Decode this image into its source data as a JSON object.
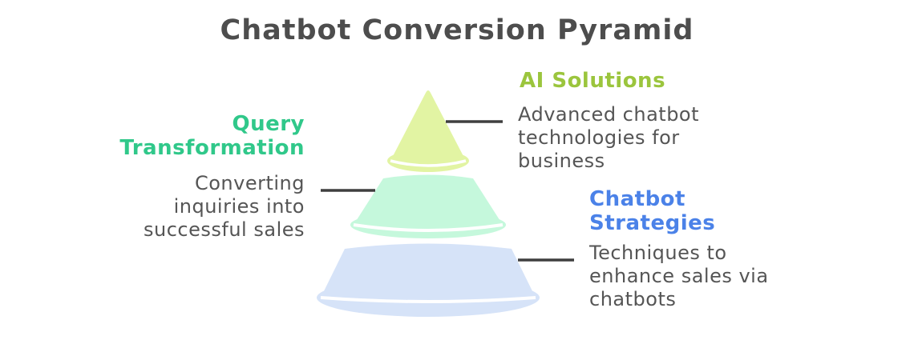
{
  "title": "Chatbot Conversion Pyramid",
  "colors": {
    "title_text": "#4D4D4D",
    "body_text": "#555555",
    "connector": "#3F3F3F",
    "background": "#FFFFFF",
    "tier_gap": "#FFFFFF"
  },
  "pyramid": {
    "type": "3-tier cone pyramid",
    "tiers": [
      {
        "position": "top",
        "label": "AI Solutions",
        "fill": "#E2F4A3"
      },
      {
        "position": "middle",
        "label": "Query Transformation",
        "fill": "#C5F8DC"
      },
      {
        "position": "bottom",
        "label": "Chatbot Strategies",
        "fill": "#D6E3F8"
      }
    ]
  },
  "labels": {
    "ai": {
      "title": "AI Solutions",
      "color": "#9BC53D",
      "desc_lines": [
        "Advanced chatbot",
        "technologies for",
        "business"
      ]
    },
    "qt": {
      "title_lines": [
        "Query",
        "Transformation"
      ],
      "color": "#30C88A",
      "desc_lines": [
        "Converting",
        "inquiries into",
        "successful sales"
      ]
    },
    "cs": {
      "title_lines": [
        "Chatbot",
        "Strategies"
      ],
      "color": "#4B82E8",
      "desc_lines": [
        "Techniques to",
        "enhance sales via",
        "chatbots"
      ]
    }
  }
}
